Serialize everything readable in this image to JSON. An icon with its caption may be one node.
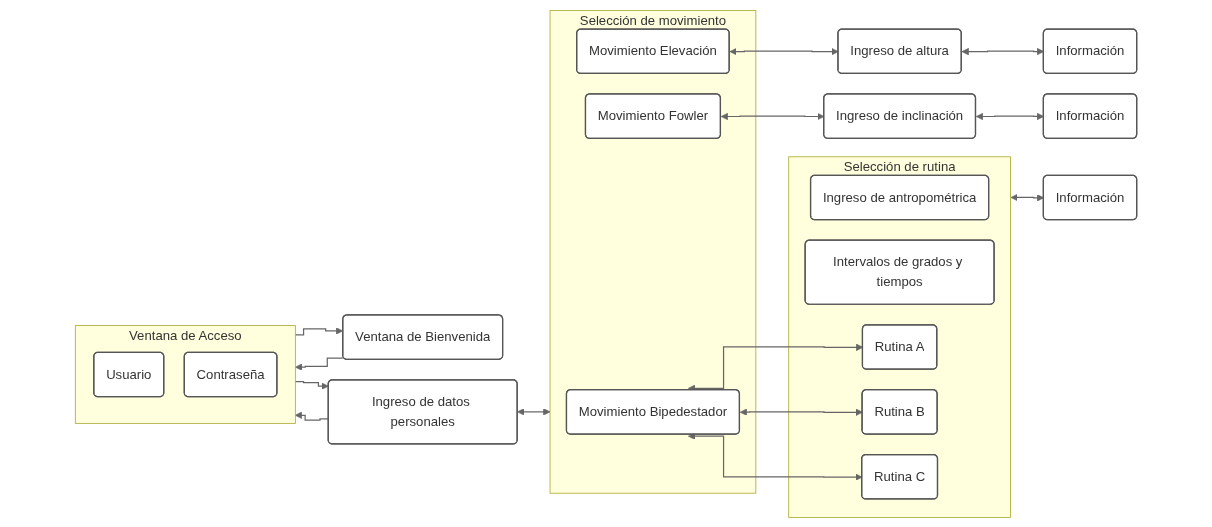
{
  "diagram": {
    "nodes": [
      {
        "text": [
          "Ventana de Bienvenida"
        ]
      },
      {
        "text": [
          "Ventana de Acceso"
        ]
      },
      {
        "text": [
          "Usuario"
        ],
        "in": 1
      },
      {
        "text": [
          "Contraseña"
        ],
        "in": 1
      },
      {
        "text": [
          "Ingreso de datos personales"
        ]
      },
      {
        "text": [
          "Selección de rutina"
        ]
      },
      {
        "text": [
          "Ingreso de antropométrica"
        ],
        "in": 5
      },
      {
        "text": [
          "Intervalos de grados y tiempos"
        ],
        "in": 5
      },
      {
        "text": [
          "Rutina A"
        ],
        "in": 5
      },
      {
        "text": [
          "Rutina B"
        ],
        "in": 5
      },
      {
        "text": [
          "Rutina C"
        ],
        "in": 5
      },
      {
        "text": [
          "Información"
        ]
      },
      {
        "text": [
          "Selección de movimiento"
        ]
      },
      {
        "text": [
          "Movimiento Bipedestador"
        ],
        "in": 12
      },
      {
        "text": [
          "Movimiento Elevación"
        ],
        "in": 12
      },
      {
        "text": [
          "Movimiento Fowler"
        ],
        "in": 12
      },
      {
        "text": [
          "Ingreso de altura"
        ]
      },
      {
        "text": [
          "Información"
        ]
      },
      {
        "text": [
          "Ingreso de inclinación"
        ]
      },
      {
        "text": [
          "Información"
        ]
      }
    ],
    "edges": [
      {
        "from": 0,
        "to": 1,
        "arrow": "to"
      },
      {
        "from": 1,
        "to": 0,
        "arrow": "to"
      },
      {
        "from": 1,
        "to": 4,
        "arrow": "to"
      },
      {
        "from": 4,
        "to": 1,
        "arrow": "to"
      },
      {
        "from": 4,
        "to": 12,
        "arrow": "both"
      },
      {
        "from": 13,
        "to": 8,
        "arrow": "both"
      },
      {
        "from": 13,
        "to": 9,
        "arrow": "both"
      },
      {
        "from": 13,
        "to": 10,
        "arrow": "both"
      },
      {
        "from": 5,
        "to": 11,
        "arrow": "both"
      },
      {
        "from": 14,
        "to": 16,
        "arrow": "both"
      },
      {
        "from": 15,
        "to": 18,
        "arrow": "both"
      },
      {
        "from": 16,
        "to": 17,
        "arrow": "both"
      },
      {
        "from": 18,
        "to": 19,
        "arrow": "both"
      }
    ]
  }
}
